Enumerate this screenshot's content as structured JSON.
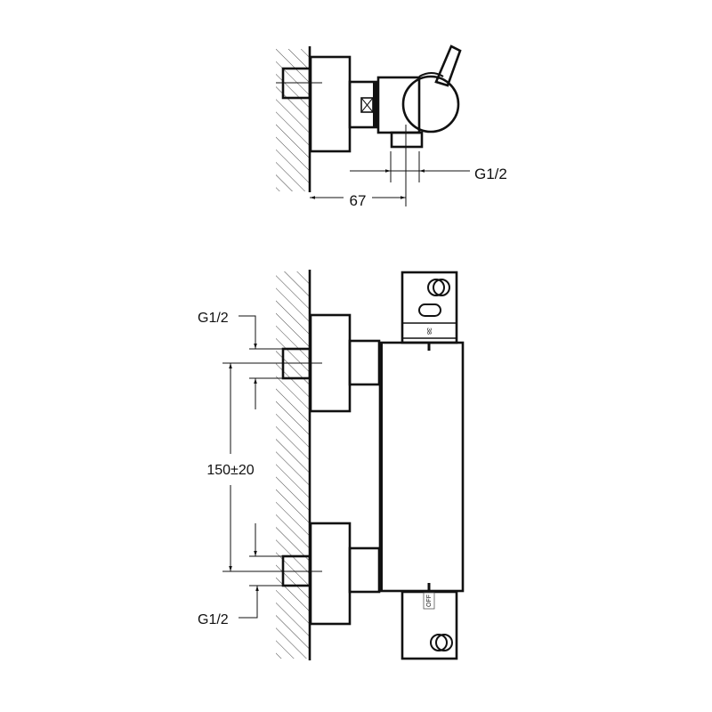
{
  "title": "Thermostatic shower mixer dimension drawing",
  "top_view": {
    "outlet_thread_label": "G1/2",
    "wall_to_outlet_dimension": "67"
  },
  "front_view": {
    "upper_inlet_label": "G1/2",
    "lower_inlet_label": "G1/2",
    "inlet_spacing_dimension": "150±20",
    "temperature_mark": "38",
    "flow_off_mark": "OFF"
  },
  "colors": {
    "line": "#111111",
    "background": "#ffffff"
  }
}
